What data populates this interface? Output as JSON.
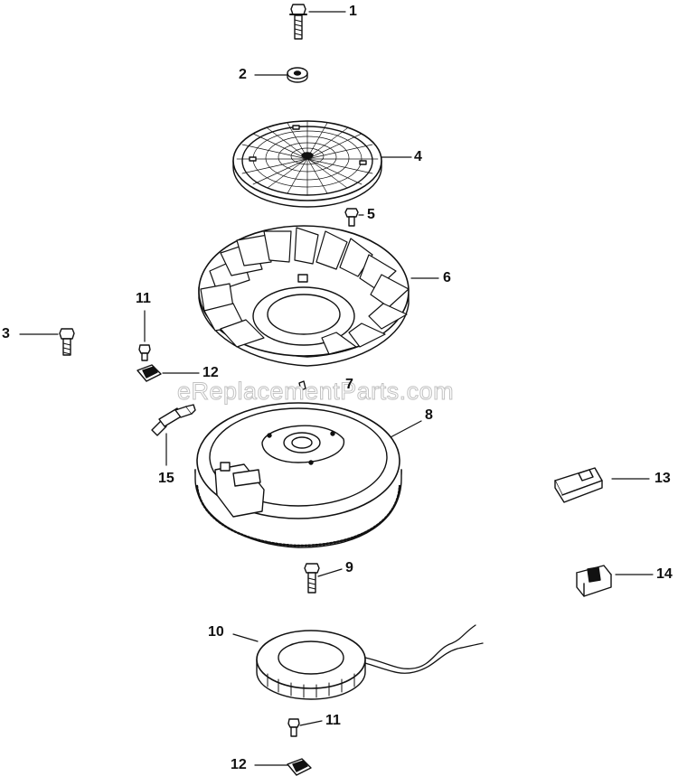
{
  "diagram": {
    "watermark": "eReplacementParts.com",
    "callouts": [
      {
        "id": "c1",
        "label": "1"
      },
      {
        "id": "c2",
        "label": "2"
      },
      {
        "id": "c3",
        "label": "3"
      },
      {
        "id": "c4",
        "label": "4"
      },
      {
        "id": "c5",
        "label": "5"
      },
      {
        "id": "c6",
        "label": "6"
      },
      {
        "id": "c7",
        "label": "7"
      },
      {
        "id": "c8",
        "label": "8"
      },
      {
        "id": "c9",
        "label": "9"
      },
      {
        "id": "c10",
        "label": "10"
      },
      {
        "id": "c11a",
        "label": "11"
      },
      {
        "id": "c11b",
        "label": "11"
      },
      {
        "id": "c12a",
        "label": "12"
      },
      {
        "id": "c12b",
        "label": "12"
      },
      {
        "id": "c13",
        "label": "13"
      },
      {
        "id": "c14",
        "label": "14"
      },
      {
        "id": "c15",
        "label": "15"
      }
    ]
  },
  "colors": {
    "ink": "#111111",
    "watermark_stroke": "#c2c2c2"
  }
}
